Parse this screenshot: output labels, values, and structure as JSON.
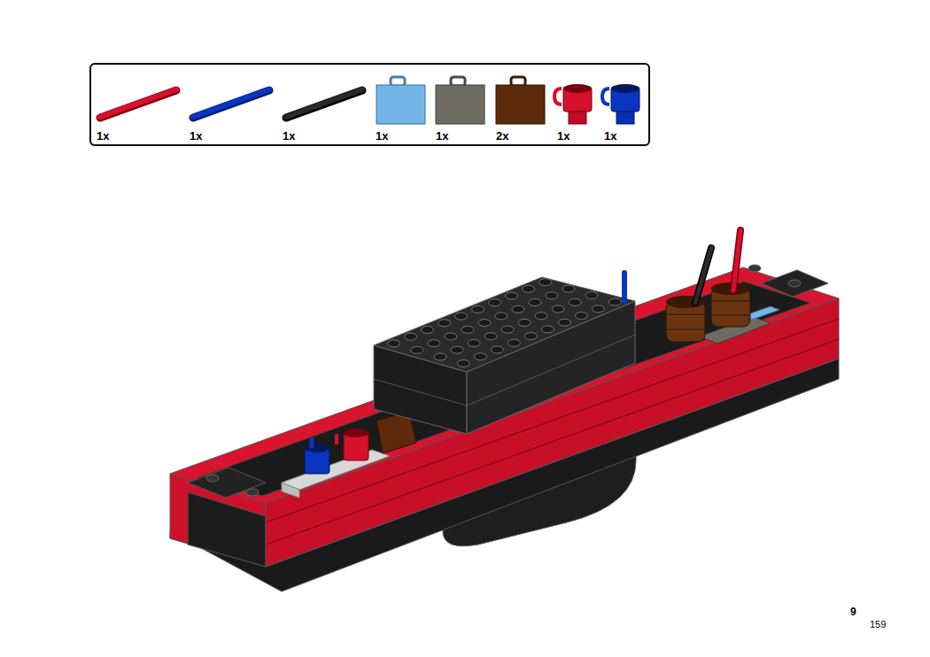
{
  "diagram": {
    "nodes": [
      {
        "text": [
          "1x",
          "1x",
          "1x",
          "1x",
          "1x",
          "2x",
          "1x",
          "1x"
        ]
      }
    ],
    "labels": [
      "9",
      "159"
    ]
  }
}
